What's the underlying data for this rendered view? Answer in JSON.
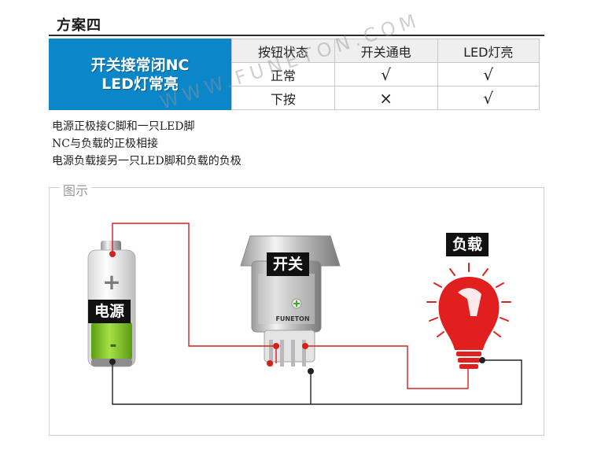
{
  "title": "方案四",
  "scheme_box": {
    "line1": "开关接常闭NC",
    "line2": "LED灯常亮"
  },
  "table": {
    "headers": [
      "按钮状态",
      "开关通电",
      "LED灯亮"
    ],
    "rows": [
      [
        "正常",
        "√",
        "√"
      ],
      [
        "下按",
        "×",
        "√"
      ]
    ]
  },
  "notes": [
    "电源正极接C脚和一只LED脚",
    "NC与负载的正极相接",
    "电源负载接另一只LED脚和负载的负极"
  ],
  "watermark": "WWW.FUNETON.COM",
  "diagram": {
    "frame_label": "图示",
    "battery_tag": "电源",
    "switch_tag": "开关",
    "load_tag": "负载",
    "battery_plus": "+",
    "battery_minus": "-",
    "switch_brand": "FUNETON",
    "colors": {
      "positive_wire": "#d62020",
      "negative_wire": "#222222",
      "bulb": "#e21f1f",
      "battery_fill": "#7fc31c"
    }
  }
}
